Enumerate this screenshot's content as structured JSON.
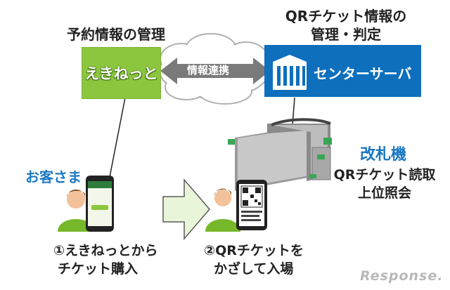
{
  "reservation_title": "予約情報の管理",
  "qr_title": [
    "QRチケット情報の",
    "管理・判定"
  ],
  "ekinet_logo": "えきねっと",
  "link_label": "情報連携",
  "server_label": "センターサーバ",
  "customer_label": "お客さま",
  "gate": {
    "title": "改札機",
    "sub": [
      "QRチケット読取",
      "上位照会"
    ]
  },
  "step1": [
    "①えきねっとから",
    "チケット購入"
  ],
  "step2": [
    "②QRチケットを",
    "かざして入場"
  ],
  "watermark": "Response."
}
